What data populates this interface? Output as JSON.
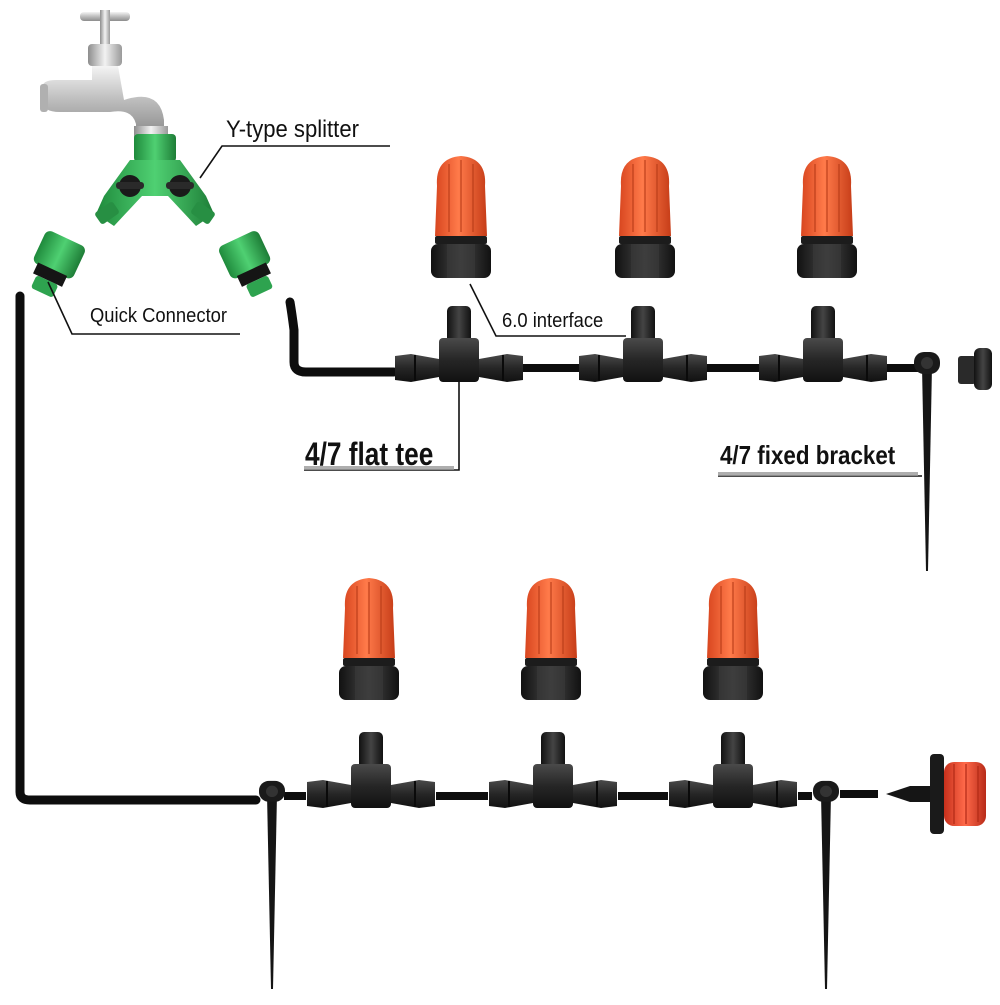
{
  "labels": {
    "y_splitter": "Y-type splitter",
    "quick_connector": "Quick Connector",
    "interface": "6.0 interface",
    "flat_tee": "4/7 flat tee",
    "fixed_bracket": "4/7 fixed bracket"
  },
  "colors": {
    "tube": "#0d0d0d",
    "fitting": "#2b2b2b",
    "nozzle": "#f0572a",
    "nozzle_shade": "#c9401a",
    "splitter": "#2fae52",
    "faucet": "#c8c8c8",
    "end_emitter": "#e8432a",
    "label_line": "#111111"
  },
  "icons": [
    "faucet-icon",
    "y-splitter-icon",
    "quick-connector-icon",
    "nozzle-icon",
    "flat-tee-icon",
    "fixed-bracket-icon",
    "end-plug-icon",
    "drip-emitter-icon"
  ]
}
